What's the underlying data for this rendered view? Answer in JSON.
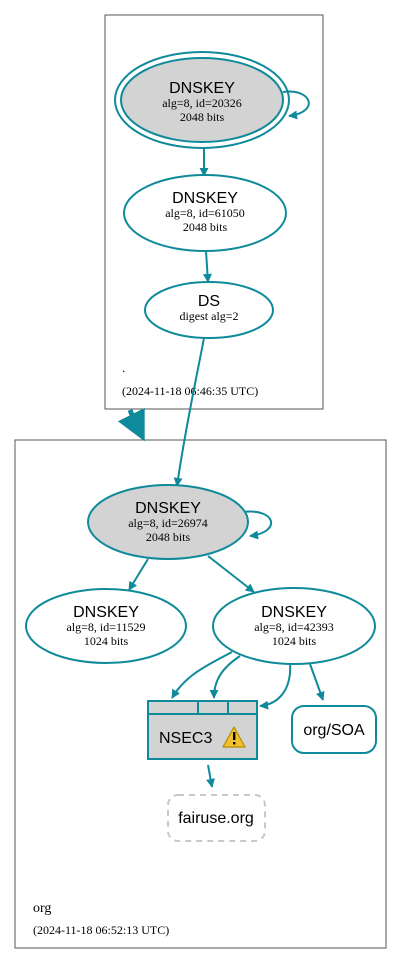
{
  "colors": {
    "edge": "#0e8a9a",
    "zone_border": "#555555",
    "ksk_fill": "#d3d3d3",
    "nsec_fill": "#d3d3d3",
    "dashed_node": "#c8c8c8",
    "warning": "#f2c12e"
  },
  "root_zone": {
    "name": ".",
    "timestamp": "(2024-11-18 06:46:35 UTC)",
    "ksk": {
      "title": "DNSKEY",
      "line1": "alg=8, id=20326",
      "line2": "2048 bits"
    },
    "zsk": {
      "title": "DNSKEY",
      "line1": "alg=8, id=61050",
      "line2": "2048 bits"
    },
    "ds": {
      "title": "DS",
      "line1": "digest alg=2"
    }
  },
  "org_zone": {
    "name": "org",
    "timestamp": "(2024-11-18 06:52:13 UTC)",
    "ksk": {
      "title": "DNSKEY",
      "line1": "alg=8, id=26974",
      "line2": "2048 bits"
    },
    "zsk1": {
      "title": "DNSKEY",
      "line1": "alg=8, id=11529",
      "line2": "1024 bits"
    },
    "zsk2": {
      "title": "DNSKEY",
      "line1": "alg=8, id=42393",
      "line2": "1024 bits"
    },
    "nsec3": {
      "label": "NSEC3",
      "icon": "warning-icon"
    },
    "soa": {
      "label": "org/SOA"
    },
    "query": {
      "label": "fairuse.org"
    }
  }
}
